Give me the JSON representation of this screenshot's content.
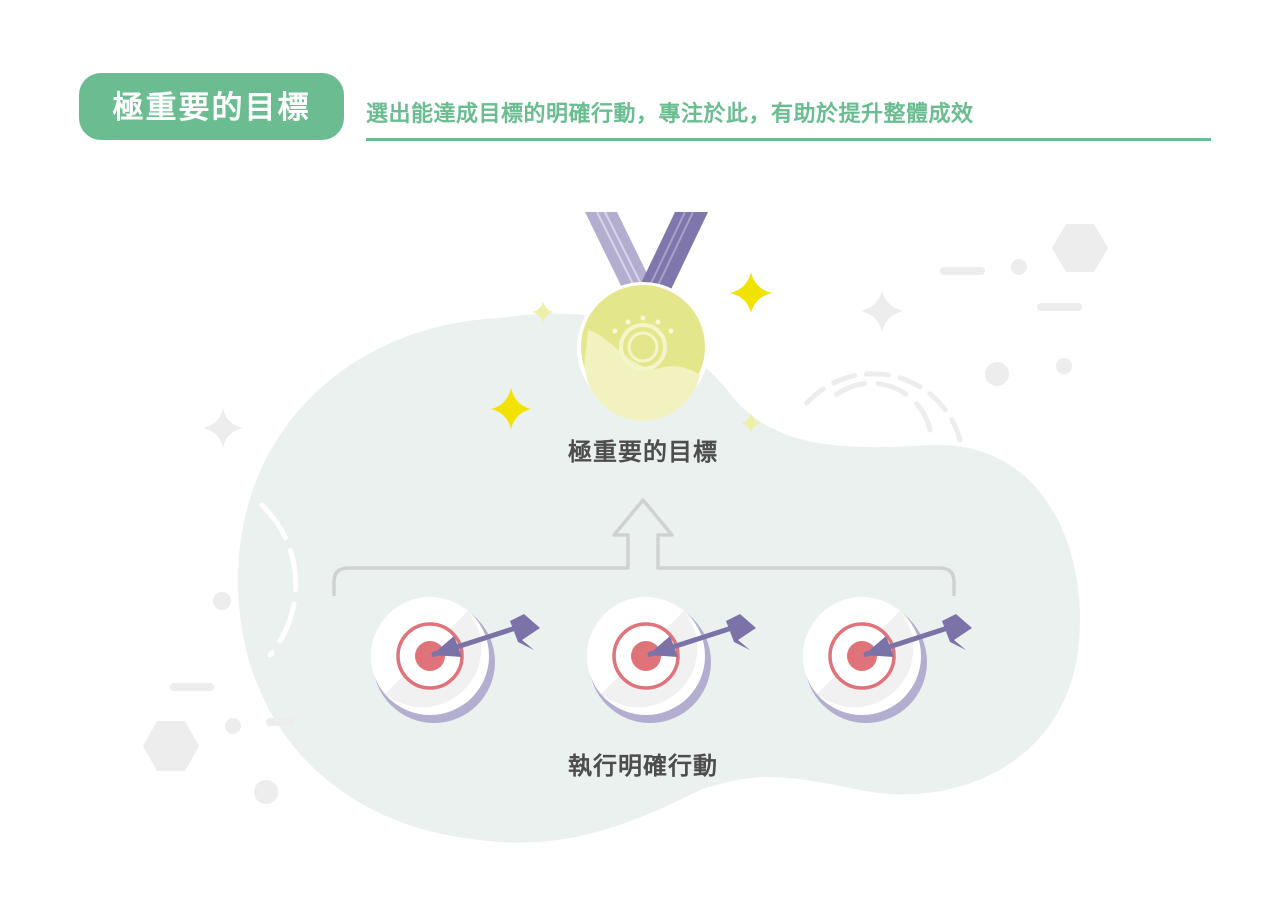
{
  "header": {
    "title": "極重要的目標",
    "subtitle": "選出能達成目標的明確行動，專注於此，有助於提升整體成效",
    "accent_color": "#6bbd91"
  },
  "diagram": {
    "goal_label": "極重要的目標",
    "actions_label": "執行明確行動",
    "goal_icon": "medal-icon",
    "action_icon": "target-arrow-icon",
    "action_count": 3,
    "colors": {
      "blob": "#ebf1ef",
      "medal_gold": "#e4e68c",
      "ribbon": "#9b96bd",
      "target_red": "#e0727a",
      "arrow": "#7b73a8",
      "sparkle": "#f2e200"
    }
  }
}
